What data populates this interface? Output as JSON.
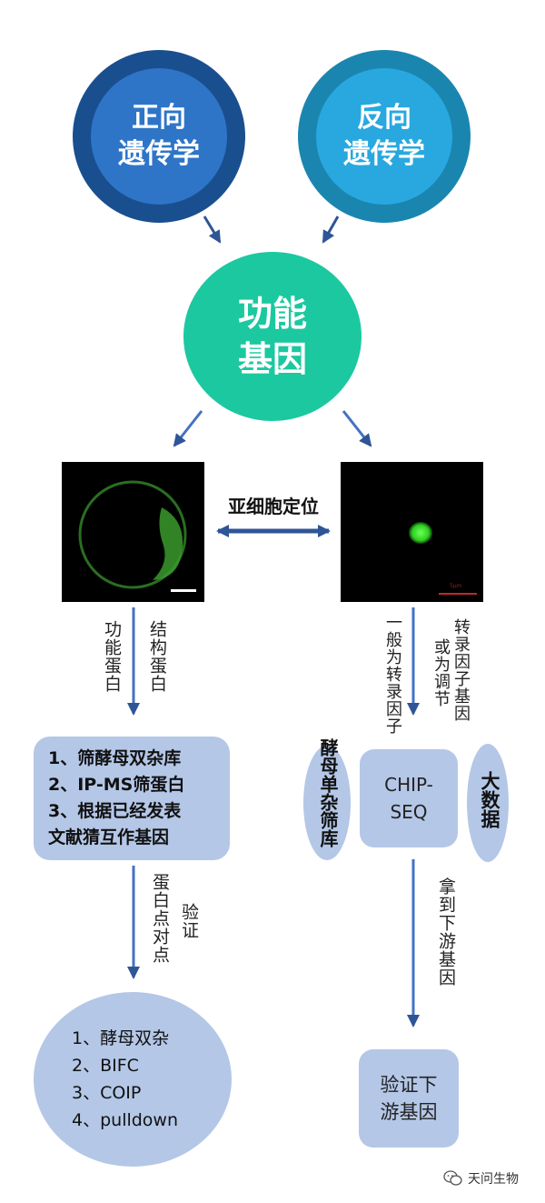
{
  "top": {
    "forward_genetics": [
      "正向",
      "遗传学"
    ],
    "reverse_genetics": [
      "反向",
      "遗传学"
    ],
    "functional_gene": [
      "功能",
      "基因"
    ]
  },
  "localization": {
    "label": "亚细胞定位",
    "scale_bar_text": "5μm"
  },
  "left_branch": {
    "edge_label_a": "功能蛋白",
    "edge_label_b": "结构蛋白",
    "methods": [
      "1、筛酵母双杂库",
      "2、IP-MS筛蛋白",
      "3、根据已经发表",
      "文献猜互作基因"
    ],
    "verify_label_a": "蛋白点对点",
    "verify_label_b": "验证",
    "verify_methods": [
      "1、酵母双杂",
      "2、BIFC",
      "3、COIP",
      "4、pulldown"
    ]
  },
  "right_branch": {
    "edge_label_a": "一般为转录因子",
    "edge_label_b_col1": "转录因子基因",
    "edge_label_b_col2": "或为调节",
    "yeast_one_hybrid": "酵母单杂筛库",
    "chip_seq": [
      "CHIP-",
      "SEQ"
    ],
    "big_data": "大数据",
    "edge_label_c": "拿到下游基因",
    "verify_downstream": [
      "验证下",
      "游基因"
    ]
  },
  "watermark": {
    "text": "天问生物"
  },
  "colors": {
    "forward_outer": "#1a4f8f",
    "forward_inner": "#2e75c8",
    "reverse_outer": "#1a86b0",
    "reverse_inner": "#29a8e0",
    "functional": "#1cc8a0",
    "box": "#b4c7e7",
    "arrow": "#4472c4"
  }
}
